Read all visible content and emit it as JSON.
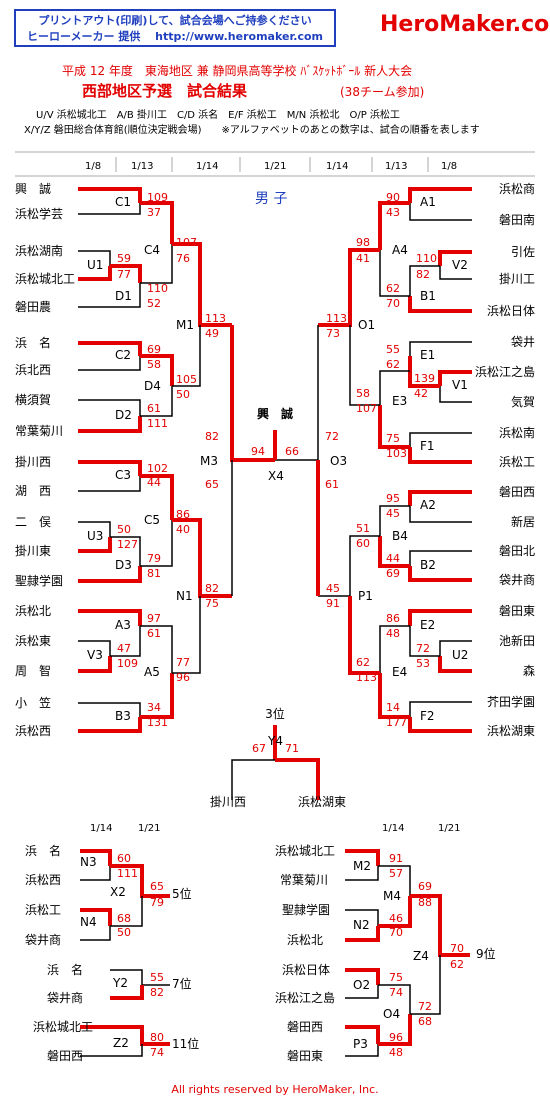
{
  "banner": {
    "line1": "プリントアウト(印刷)して、試合会場へご持参ください",
    "line2": "ヒーローメーカー 提供　 http://www.heromaker.com"
  },
  "logo": "HeroMaker.com",
  "title1": "平成 12 年度　東海地区 兼 静岡県高等学校 ﾊﾞｽｹｯﾄﾎﾞｰﾙ 新人大会",
  "title2": "西部地区予選　試合結果",
  "title2_sub": "(38チーム参加)",
  "venues1": "U/V 浜松城北工　A/B 掛川工　C/D 浜名　E/F 浜松工　M/N 浜松北　O/P 浜松工",
  "venues2": "X/Y/Z 磐田総合体育館(順位決定戦会場)　　※アルファベットのあとの数字は、試合の順番を表します",
  "section_label": "男 子",
  "champion": "興　誠",
  "third_place_label": "3位",
  "dates_main": [
    "1/8",
    "1/13",
    "1/14",
    "1/21",
    "1/14",
    "1/13",
    "1/8"
  ],
  "dates_left_bottom": [
    "1/14",
    "1/21"
  ],
  "dates_right_bottom": [
    "1/14",
    "1/21"
  ],
  "footer": "All rights reserved by HeroMaker, Inc.",
  "colors": {
    "win_line": "#e30000",
    "score": "#e30000",
    "banner": "#1f3fbf"
  },
  "bracket": {
    "left_teams": [
      "興　誠",
      "浜松学芸",
      "浜松湖南",
      "浜松城北工",
      "磐田農",
      "浜　名",
      "浜北西",
      "横須賀",
      "常葉菊川",
      "掛川西",
      "湖　西",
      "二　俣",
      "掛川東",
      "聖隷学園",
      "浜松北",
      "浜松東",
      "周　智",
      "小　笠",
      "浜松西"
    ],
    "right_teams": [
      "浜松商",
      "磐田南",
      "引佐",
      "掛川工",
      "浜松日体",
      "袋井",
      "浜松江之島",
      "気賀",
      "浜松南",
      "浜松工",
      "磐田西",
      "新居",
      "磐田北",
      "袋井商",
      "磐田東",
      "池新田",
      "森",
      "芥田学園",
      "浜松湖東"
    ],
    "codes": [
      "C1",
      "U1",
      "C4",
      "D1",
      "C2",
      "D4",
      "D2",
      "M1",
      "C3",
      "U3",
      "C5",
      "D3",
      "A3",
      "V3",
      "A5",
      "B3",
      "N1",
      "M3",
      "X4",
      "O3",
      "A1",
      "A4",
      "V2",
      "B1",
      "E1",
      "V1",
      "E3",
      "F1",
      "O1",
      "A2",
      "B4",
      "B2",
      "E2",
      "U2",
      "E4",
      "F2",
      "P1",
      "Y4"
    ],
    "scores": [
      "109",
      "37",
      "59",
      "77",
      "107",
      "76",
      "110",
      "52",
      "69",
      "58",
      "105",
      "50",
      "61",
      "111",
      "113",
      "49",
      "102",
      "44",
      "50",
      "127",
      "86",
      "40",
      "79",
      "81",
      "97",
      "61",
      "47",
      "109",
      "77",
      "96",
      "34",
      "131",
      "82",
      "75",
      "82",
      "65",
      "94",
      "66",
      "72",
      "61",
      "90",
      "43",
      "98",
      "41",
      "110",
      "82",
      "62",
      "70",
      "55",
      "62",
      "139",
      "42",
      "58",
      "107",
      "75",
      "103",
      "113",
      "73",
      "95",
      "45",
      "51",
      "60",
      "44",
      "69",
      "86",
      "48",
      "72",
      "53",
      "62",
      "113",
      "14",
      "177",
      "45",
      "91",
      "67",
      "71"
    ],
    "third_teams": [
      "掛川西",
      "浜松湖東"
    ]
  },
  "placement_left": {
    "teams": [
      "浜　名",
      "浜松西",
      "浜松工",
      "袋井商",
      "浜　名",
      "袋井商",
      "浜松城北工",
      "磐田西"
    ],
    "codes": [
      "N3",
      "X2",
      "N4",
      "Y2",
      "Z2"
    ],
    "scores": [
      "60",
      "111",
      "65",
      "79",
      "68",
      "50",
      "55",
      "82",
      "80",
      "74"
    ],
    "places": [
      "5位",
      "7位",
      "11位"
    ]
  },
  "placement_right": {
    "teams": [
      "浜松城北工",
      "常葉菊川",
      "聖隷学園",
      "浜松北",
      "浜松日体",
      "浜松江之島",
      "磐田西",
      "磐田東"
    ],
    "codes": [
      "M2",
      "M4",
      "N2",
      "Z4",
      "O2",
      "O4",
      "P3"
    ],
    "scores": [
      "91",
      "57",
      "69",
      "88",
      "46",
      "70",
      "70",
      "62",
      "75",
      "74",
      "72",
      "68",
      "96",
      "48"
    ],
    "places": [
      "9位"
    ]
  }
}
